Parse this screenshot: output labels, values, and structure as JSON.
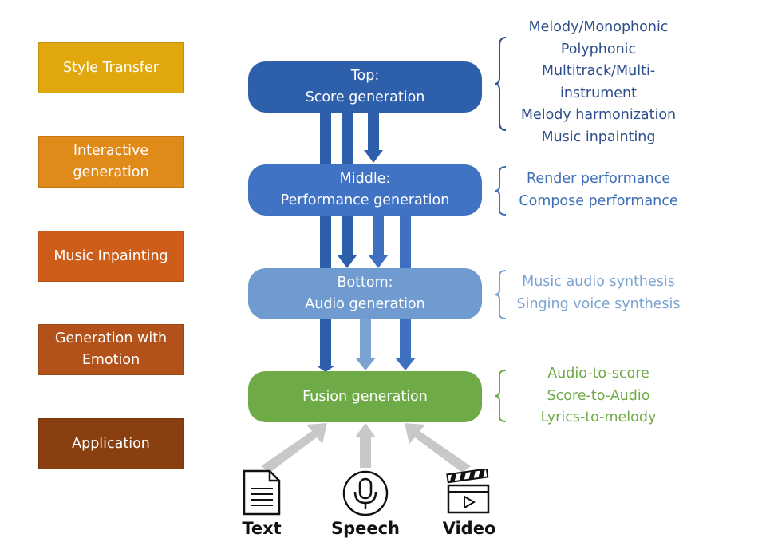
{
  "side_boxes": [
    {
      "label": "Style Transfer",
      "color": "#e0a80c"
    },
    {
      "label": "Interactive generation",
      "color": "#e08a1a"
    },
    {
      "label": "Music Inpainting",
      "color": "#cf5d1a"
    },
    {
      "label": "Generation with Emotion",
      "color": "#b2521a"
    },
    {
      "label": "Application",
      "color": "#8a3f10"
    }
  ],
  "levels": {
    "top": {
      "line1": "Top:",
      "line2": "Score generation",
      "color": "#2e5faa"
    },
    "middle": {
      "line1": "Middle:",
      "line2": "Performance generation",
      "color": "#4173c4"
    },
    "bottom": {
      "line1": "Bottom:",
      "line2": "Audio generation",
      "color": "#6f9bd0"
    },
    "fusion": {
      "line1": "Fusion generation",
      "color": "#6eaa45"
    }
  },
  "sub_lists": {
    "top": {
      "items": [
        "Melody/Monophonic",
        "Polyphonic",
        "Multitrack/Multi-",
        "instrument",
        "Melody harmonization",
        "Music inpainting"
      ],
      "color": "#2e4f8c"
    },
    "middle": {
      "items": [
        "Render performance",
        "Compose performance"
      ],
      "color": "#3f6fb8"
    },
    "bottom": {
      "items": [
        "Music audio synthesis",
        "Singing voice synthesis"
      ],
      "color": "#7aa3d2"
    },
    "fusion": {
      "items": [
        "Audio-to-score",
        "Score-to-Audio",
        "Lyrics-to-melody"
      ],
      "color": "#6eaa45"
    }
  },
  "inputs": {
    "text": "Text",
    "speech": "Speech",
    "video": "Video"
  },
  "icons": [
    "document-icon",
    "microphone-icon",
    "clapperboard-icon"
  ]
}
